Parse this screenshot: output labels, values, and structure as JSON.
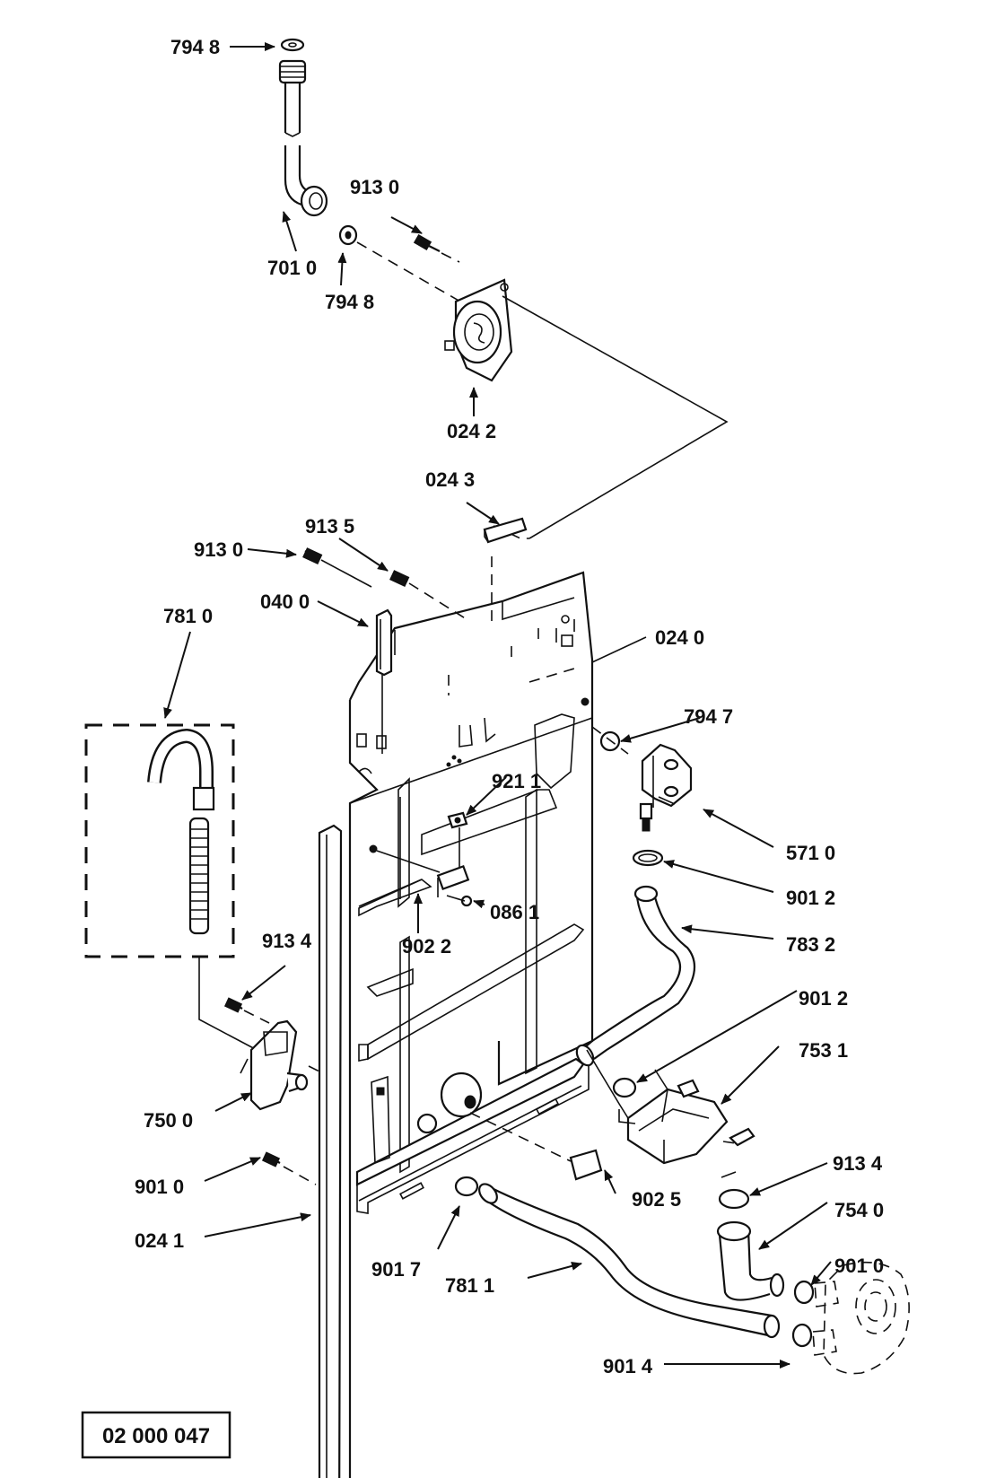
{
  "diagram": {
    "reference_code": "02 000 047",
    "labels": [
      {
        "id": "l01",
        "text": "794 8"
      },
      {
        "id": "l02",
        "text": "913 0"
      },
      {
        "id": "l03",
        "text": "701 0"
      },
      {
        "id": "l04",
        "text": "794 8"
      },
      {
        "id": "l05",
        "text": "024  2"
      },
      {
        "id": "l06",
        "text": "024 3"
      },
      {
        "id": "l07",
        "text": "913 5"
      },
      {
        "id": "l08",
        "text": "913 0"
      },
      {
        "id": "l09",
        "text": "040 0"
      },
      {
        "id": "l10",
        "text": "781 0"
      },
      {
        "id": "l11",
        "text": "024 0"
      },
      {
        "id": "l12",
        "text": "794 7"
      },
      {
        "id": "l13",
        "text": "921 1"
      },
      {
        "id": "l14",
        "text": "571 0"
      },
      {
        "id": "l15",
        "text": "901 2"
      },
      {
        "id": "l16",
        "text": "086 1"
      },
      {
        "id": "l17",
        "text": "902 2"
      },
      {
        "id": "l18",
        "text": "783 2"
      },
      {
        "id": "l19",
        "text": "913 4"
      },
      {
        "id": "l20",
        "text": "901 2"
      },
      {
        "id": "l21",
        "text": "753 1"
      },
      {
        "id": "l22",
        "text": "750 0"
      },
      {
        "id": "l23",
        "text": "913 4"
      },
      {
        "id": "l24",
        "text": "901 0"
      },
      {
        "id": "l25",
        "text": "902 5"
      },
      {
        "id": "l26",
        "text": "754 0"
      },
      {
        "id": "l27",
        "text": "024 1"
      },
      {
        "id": "l28",
        "text": "901 7"
      },
      {
        "id": "l29",
        "text": "901 0"
      },
      {
        "id": "l30",
        "text": "781  1"
      },
      {
        "id": "l31",
        "text": "901 4"
      }
    ]
  }
}
